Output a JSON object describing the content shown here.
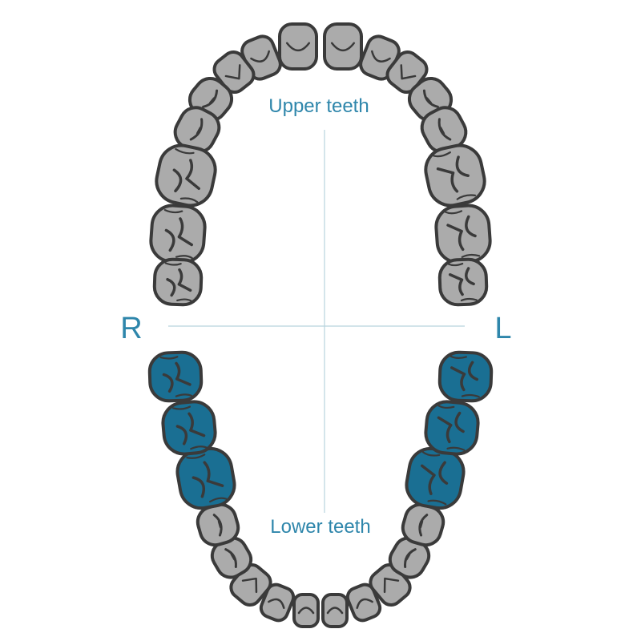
{
  "labels": {
    "upper": "Upper teeth",
    "lower": "Lower teeth",
    "right": "R",
    "left": "L"
  },
  "colors": {
    "tooth_fill": "#ababab",
    "tooth_outline": "#3a3a3a",
    "highlight_fill": "#1a6f93",
    "label_color": "#2e86ab",
    "axis_color": "#b8d4de",
    "background": "#ffffff"
  },
  "upper_arch": {
    "teeth": [
      {
        "tooth": "central-incisor-right",
        "highlighted": false
      },
      {
        "tooth": "central-incisor-left",
        "highlighted": false
      },
      {
        "tooth": "lateral-incisor-right",
        "highlighted": false
      },
      {
        "tooth": "lateral-incisor-left",
        "highlighted": false
      },
      {
        "tooth": "canine-right",
        "highlighted": false
      },
      {
        "tooth": "canine-left",
        "highlighted": false
      },
      {
        "tooth": "first-premolar-right",
        "highlighted": false
      },
      {
        "tooth": "first-premolar-left",
        "highlighted": false
      },
      {
        "tooth": "second-premolar-right",
        "highlighted": false
      },
      {
        "tooth": "second-premolar-left",
        "highlighted": false
      },
      {
        "tooth": "first-molar-right",
        "highlighted": false
      },
      {
        "tooth": "first-molar-left",
        "highlighted": false
      },
      {
        "tooth": "second-molar-right",
        "highlighted": false
      },
      {
        "tooth": "second-molar-left",
        "highlighted": false
      },
      {
        "tooth": "third-molar-right",
        "highlighted": false
      },
      {
        "tooth": "third-molar-left",
        "highlighted": false
      }
    ]
  },
  "lower_arch": {
    "teeth": [
      {
        "tooth": "central-incisor-right",
        "highlighted": false
      },
      {
        "tooth": "central-incisor-left",
        "highlighted": false
      },
      {
        "tooth": "lateral-incisor-right",
        "highlighted": false
      },
      {
        "tooth": "lateral-incisor-left",
        "highlighted": false
      },
      {
        "tooth": "canine-right",
        "highlighted": false
      },
      {
        "tooth": "canine-left",
        "highlighted": false
      },
      {
        "tooth": "first-premolar-right",
        "highlighted": false
      },
      {
        "tooth": "first-premolar-left",
        "highlighted": false
      },
      {
        "tooth": "second-premolar-right",
        "highlighted": false
      },
      {
        "tooth": "second-premolar-left",
        "highlighted": false
      },
      {
        "tooth": "first-molar-right",
        "highlighted": true
      },
      {
        "tooth": "first-molar-left",
        "highlighted": true
      },
      {
        "tooth": "second-molar-right",
        "highlighted": true
      },
      {
        "tooth": "second-molar-left",
        "highlighted": true
      },
      {
        "tooth": "third-molar-right",
        "highlighted": true
      },
      {
        "tooth": "third-molar-left",
        "highlighted": true
      }
    ]
  }
}
